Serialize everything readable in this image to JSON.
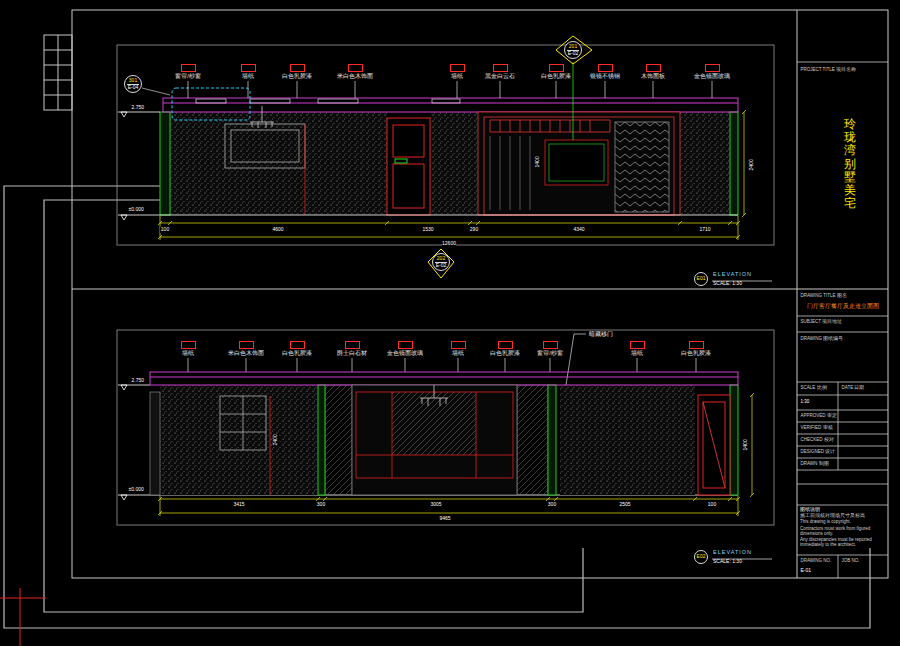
{
  "diagram": {
    "nodes": [
      {
        "text": [
          "201",
          "E-02"
        ]
      },
      {
        "text": [
          "窗帘/纱窗"
        ]
      },
      {
        "text": [
          "墙纸"
        ]
      },
      {
        "text": [
          "白色乳胶漆"
        ]
      },
      {
        "text": [
          "米白色木饰面"
        ]
      },
      {
        "text": [
          "墙纸"
        ]
      },
      {
        "text": [
          "黑金白云石"
        ]
      },
      {
        "text": [
          "白色乳胶漆"
        ]
      },
      {
        "text": [
          "银镜不锈钢"
        ]
      },
      {
        "text": [
          "木饰面板"
        ]
      },
      {
        "text": [
          "金色镜面玻璃"
        ]
      },
      {
        "text": [
          "301",
          "E-04"
        ]
      },
      {
        "text": [
          "202",
          "E-02"
        ]
      },
      {
        "text": [
          "E01",
          "ELEVATION",
          "SCALE: 1:30"
        ]
      },
      {
        "text": [
          "墙纸"
        ]
      },
      {
        "text": [
          "米白色木饰面"
        ]
      },
      {
        "text": [
          "白色乳胶漆"
        ]
      },
      {
        "text": [
          "爵士白石材"
        ]
      },
      {
        "text": [
          "金色镜面玻璃"
        ]
      },
      {
        "text": [
          "墙纸"
        ]
      },
      {
        "text": [
          "白色乳胶漆"
        ]
      },
      {
        "text": [
          "窗帘/纱窗"
        ]
      },
      {
        "text": [
          "墙纸"
        ]
      },
      {
        "text": [
          "白色乳胶漆"
        ]
      },
      {
        "text": [
          "E02",
          "ELEVATION",
          "SCALE: 1:30"
        ]
      }
    ],
    "labels": [
      "2.750",
      "±0.000",
      "100",
      "4600",
      "1530",
      "290",
      "4340",
      "1710",
      "12600",
      "1400",
      "2400",
      "2.750",
      "±0.000",
      "3415",
      "300",
      "3005",
      "300",
      "2505",
      "100",
      "9465",
      "2400",
      "1400",
      "暗藏移门",
      "PROJECT TITLE 项目名称",
      "玲珑湾 别墅美宅",
      "DRAWING TITLE 图名",
      "门厅客厅餐厅及走道立面图",
      "SUBJECT 项目地址",
      "DRAWING 图纸编号",
      "SCALE 比例",
      "DATE 日期",
      "1:30",
      "APPROVED 审定",
      "VERIFIED 审核",
      "CHECKED 校对",
      "DESIGNED 设计",
      "DRAWN 制图",
      "图纸说明",
      "施工前须核对现场尺寸及标高",
      "This drawing is copyright.",
      "Contractors must work from figured dimensions only.",
      "Any discrepancies must be reported immediately to the architect.",
      "DRAWING NO.",
      "E-01",
      "JOB NO."
    ]
  }
}
